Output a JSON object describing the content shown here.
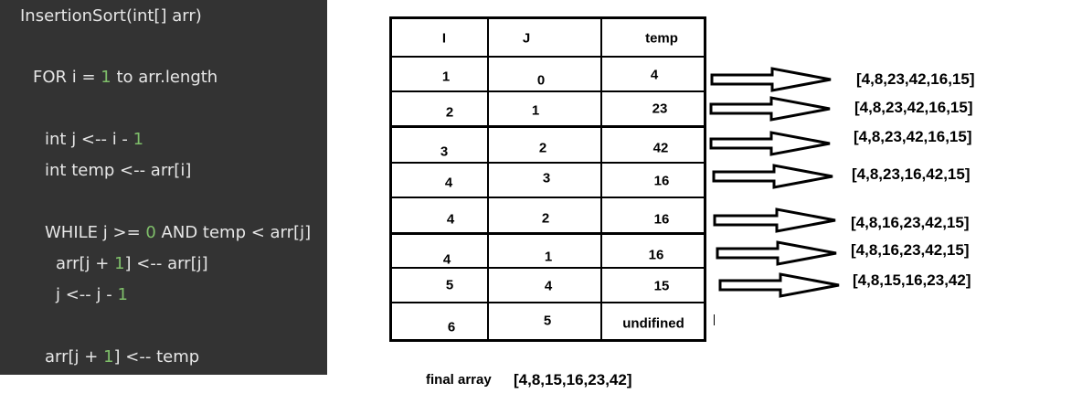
{
  "code": {
    "title": "InsertionSort(int[] arr)",
    "for_prefix": "FOR i = ",
    "for_num": "1",
    "for_suffix": " to arr.length",
    "j_prefix": "int j <-- i - ",
    "j_num": "1",
    "temp_line": "int temp <-- arr[i]",
    "while_prefix": "WHILE j >= ",
    "while_num": "0",
    "while_suffix": " AND temp < arr[j]",
    "shift_prefix": "arr[j + ",
    "shift_num": "1",
    "shift_suffix": "] <-- arr[j]",
    "dec_prefix": "j <-- j - ",
    "dec_num": "1",
    "assign_prefix": "arr[j + ",
    "assign_num": "1",
    "assign_suffix": "] <-- temp"
  },
  "table": {
    "headers": [
      "I",
      "J",
      "temp"
    ],
    "rows": [
      [
        "1",
        "0",
        "4"
      ],
      [
        "2",
        "1",
        "23"
      ],
      [
        "3",
        "2",
        "42"
      ],
      [
        "4",
        "3",
        "16"
      ],
      [
        "4",
        "2",
        "16"
      ],
      [
        "4",
        "1",
        "16"
      ],
      [
        "5",
        "4",
        "15"
      ],
      [
        "6",
        "5",
        "undifined"
      ]
    ]
  },
  "results": [
    "[4,8,23,42,16,15]",
    "[4,8,23,42,16,15]",
    "[4,8,23,42,16,15]",
    "[4,8,23,16,42,15]",
    "[4,8,16,23,42,15]",
    "[4,8,16,23,42,15]",
    "[4,8,15,16,23,42]"
  ],
  "final": {
    "label": "final array",
    "value": "[4,8,15,16,23,42]"
  },
  "colors": {
    "code_bg": "#333333",
    "code_text": "#e6e6e6",
    "code_number": "#7fbf6a"
  }
}
